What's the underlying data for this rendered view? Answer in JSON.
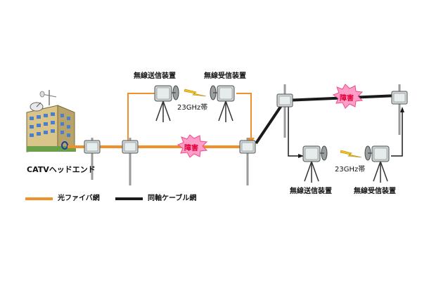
{
  "labels": {
    "headend": "CATVヘッドエンド",
    "tx_top": "無線送信装置",
    "rx_top": "無線受信装置",
    "band_top": "23GHz帯",
    "fault_left": "障害",
    "fault_right": "障害",
    "tx_bottom": "無線送信装置",
    "rx_bottom": "無線受信装置",
    "band_bottom": "23GHz帯"
  },
  "legend": {
    "fiber": "光ファイバ網",
    "coax": "同軸ケーブル網"
  },
  "colors": {
    "fiber": "#f0902a",
    "coax": "#1a1a1a",
    "fault_fill": "#ff9ec8",
    "fault_text": "#e0003a",
    "bolt": "#f6c21a"
  }
}
